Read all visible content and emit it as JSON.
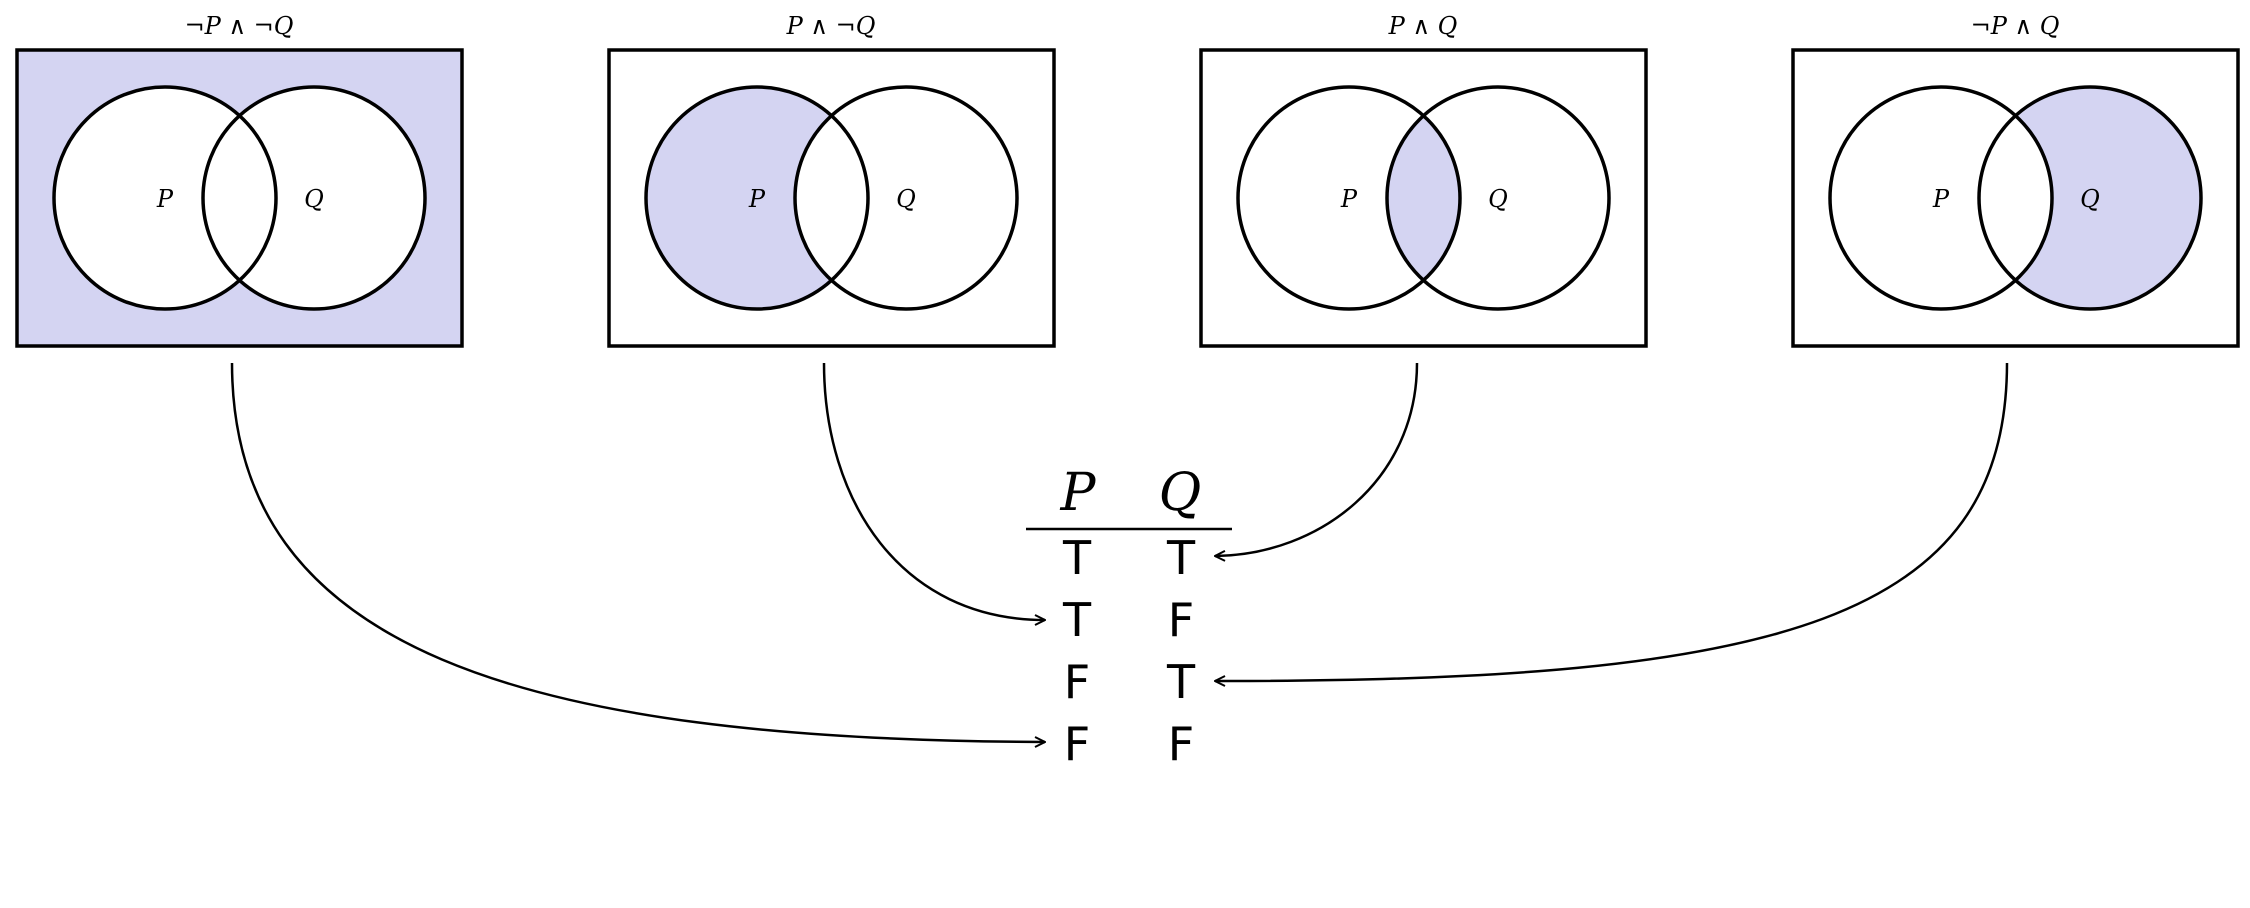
{
  "colors": {
    "fill": "#d4d4f2",
    "stroke": "#000000",
    "background": "#ffffff"
  },
  "venn_diagrams": [
    {
      "title": "¬P ∧ ¬Q",
      "p_label": "P",
      "q_label": "Q",
      "shade": "outside",
      "target_row": 3
    },
    {
      "title": "P ∧ ¬Q",
      "p_label": "P",
      "q_label": "Q",
      "shade": "p_only",
      "target_row": 1
    },
    {
      "title": "P ∧ Q",
      "p_label": "P",
      "q_label": "Q",
      "shade": "both",
      "target_row": 0
    },
    {
      "title": "¬P ∧ Q",
      "p_label": "P",
      "q_label": "Q",
      "shade": "q_only",
      "target_row": 2
    }
  ],
  "truth_table": {
    "headers": [
      "P",
      "Q"
    ],
    "rows": [
      [
        "T",
        "T"
      ],
      [
        "T",
        "F"
      ],
      [
        "F",
        "T"
      ],
      [
        "F",
        "F"
      ]
    ]
  }
}
